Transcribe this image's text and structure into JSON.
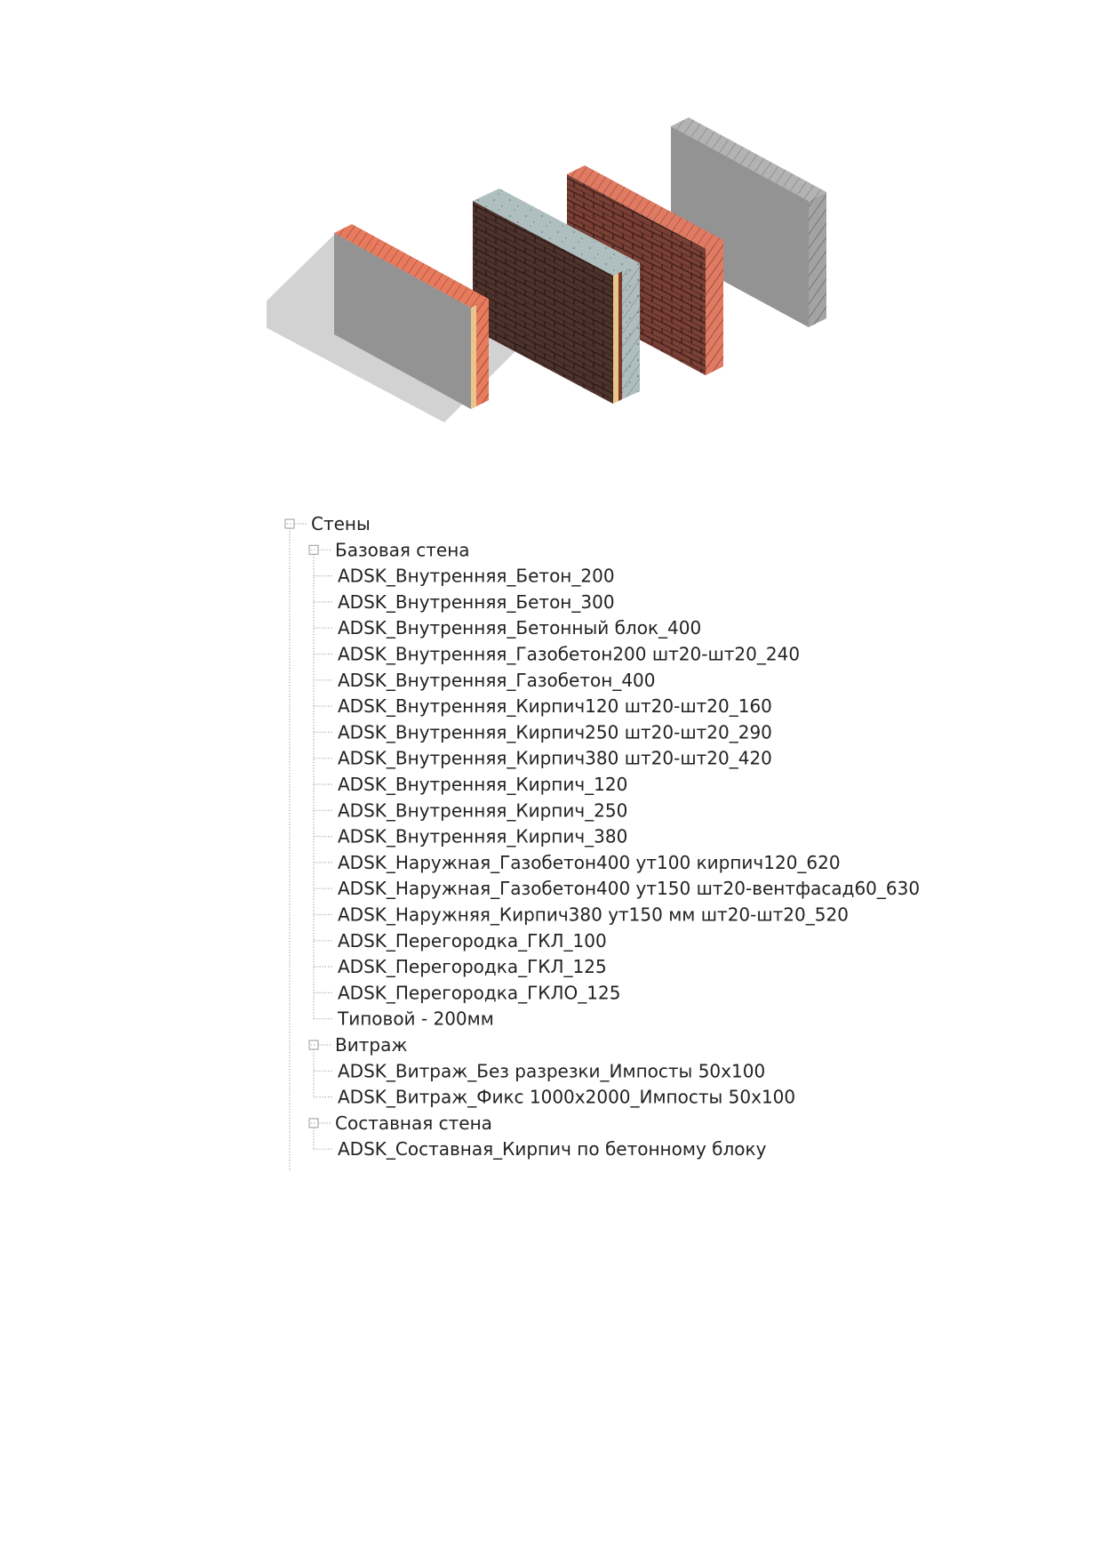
{
  "preview": {
    "walls": [
      {
        "name": "concrete-brick-wall",
        "face": "#8f8f8f",
        "top": "#e87a5e",
        "edge": "#d56c55"
      },
      {
        "name": "brick-insulated-wall",
        "face": "#5a3a33",
        "top": "#b5c4c4",
        "edge": "#a8b8b8"
      },
      {
        "name": "red-brick-wall",
        "face": "#7a3f36",
        "top": "#e07a62",
        "edge": "#d36c56"
      },
      {
        "name": "concrete-wall",
        "face": "#939393",
        "top": "#a9a9a9",
        "edge": "#9c9c9c"
      }
    ]
  },
  "tree": {
    "root": {
      "label": "Стены",
      "groups": [
        {
          "label": "Базовая стена",
          "items": [
            "ADSK_Внутренняя_Бетон_200",
            "ADSK_Внутренняя_Бетон_300",
            "ADSK_Внутренняя_Бетонный блок_400",
            "ADSK_Внутренняя_Газобетон200 шт20-шт20_240",
            "ADSK_Внутренняя_Газобетон_400",
            "ADSK_Внутренняя_Кирпич120 шт20-шт20_160",
            "ADSK_Внутренняя_Кирпич250 шт20-шт20_290",
            "ADSK_Внутренняя_Кирпич380 шт20-шт20_420",
            "ADSK_Внутренняя_Кирпич_120",
            "ADSK_Внутренняя_Кирпич_250",
            "ADSK_Внутренняя_Кирпич_380",
            "ADSK_Наружная_Газобетон400 ут100 кирпич120_620",
            "ADSK_Наружная_Газобетон400 ут150 шт20-вентфасад60_630",
            "ADSK_Наружняя_Кирпич380 ут150 мм шт20-шт20_520",
            "ADSK_Перегородка_ГКЛ_100",
            "ADSK_Перегородка_ГКЛ_125",
            "ADSK_Перегородка_ГКЛО_125",
            "Типовой - 200мм"
          ]
        },
        {
          "label": "Витраж",
          "items": [
            "ADSK_Витраж_Без разрезки_Импосты 50x100",
            "ADSK_Витраж_Фикс 1000x2000_Импосты 50x100"
          ]
        },
        {
          "label": "Составная стена",
          "items": [
            "ADSK_Составная_Кирпич по бетонному блоку"
          ]
        }
      ]
    }
  }
}
